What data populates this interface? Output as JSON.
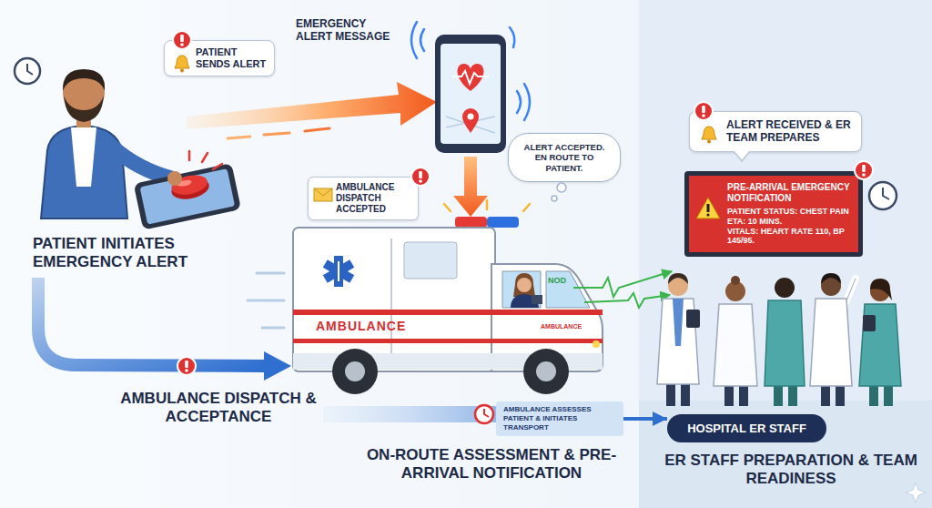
{
  "diagram": {
    "nodes": [
      {
        "text": [
          "PATIENT SENDS ALERT"
        ]
      },
      {
        "text": [
          "AMBULANCE DISPATCH ACCEPTED"
        ]
      },
      {
        "text": [
          "ALERT ACCEPTED. EN ROUTE TO PATIENT."
        ]
      },
      {
        "text": [
          "ALERT RECEIVED & ER TEAM PREPARES"
        ]
      },
      {
        "text": [
          "PRE-ARRIVAL EMERGENCY NOTIFICATION",
          "PATIENT STATUS: CHEST PAIN",
          "ETA: 10 MINS.",
          "VITALS: HEART RATE 110, BP 145/95."
        ]
      },
      {
        "text": [
          "AMBULANCE ASSESSES PATIENT & INITIATES TRANSPORT"
        ]
      },
      {
        "text": [
          "HOSPITAL ER STAFF"
        ]
      }
    ],
    "edges": [
      {
        "from": 5,
        "to": 6,
        "arrow": "to"
      }
    ],
    "labels": [
      "EMERGENCY ALERT MESSAGE",
      "PATIENT INITIATES EMERGENCY ALERT",
      "NOD",
      "AMBULANCE",
      "AMBULANCE",
      "AMBULANCE DISPATCH & ACCEPTANCE",
      "ON-ROUTE ASSESSMENT & PRE-ARRIVAL NOTIFICATION",
      "ER STAFF PREPARATION & TEAM READINESS"
    ]
  }
}
